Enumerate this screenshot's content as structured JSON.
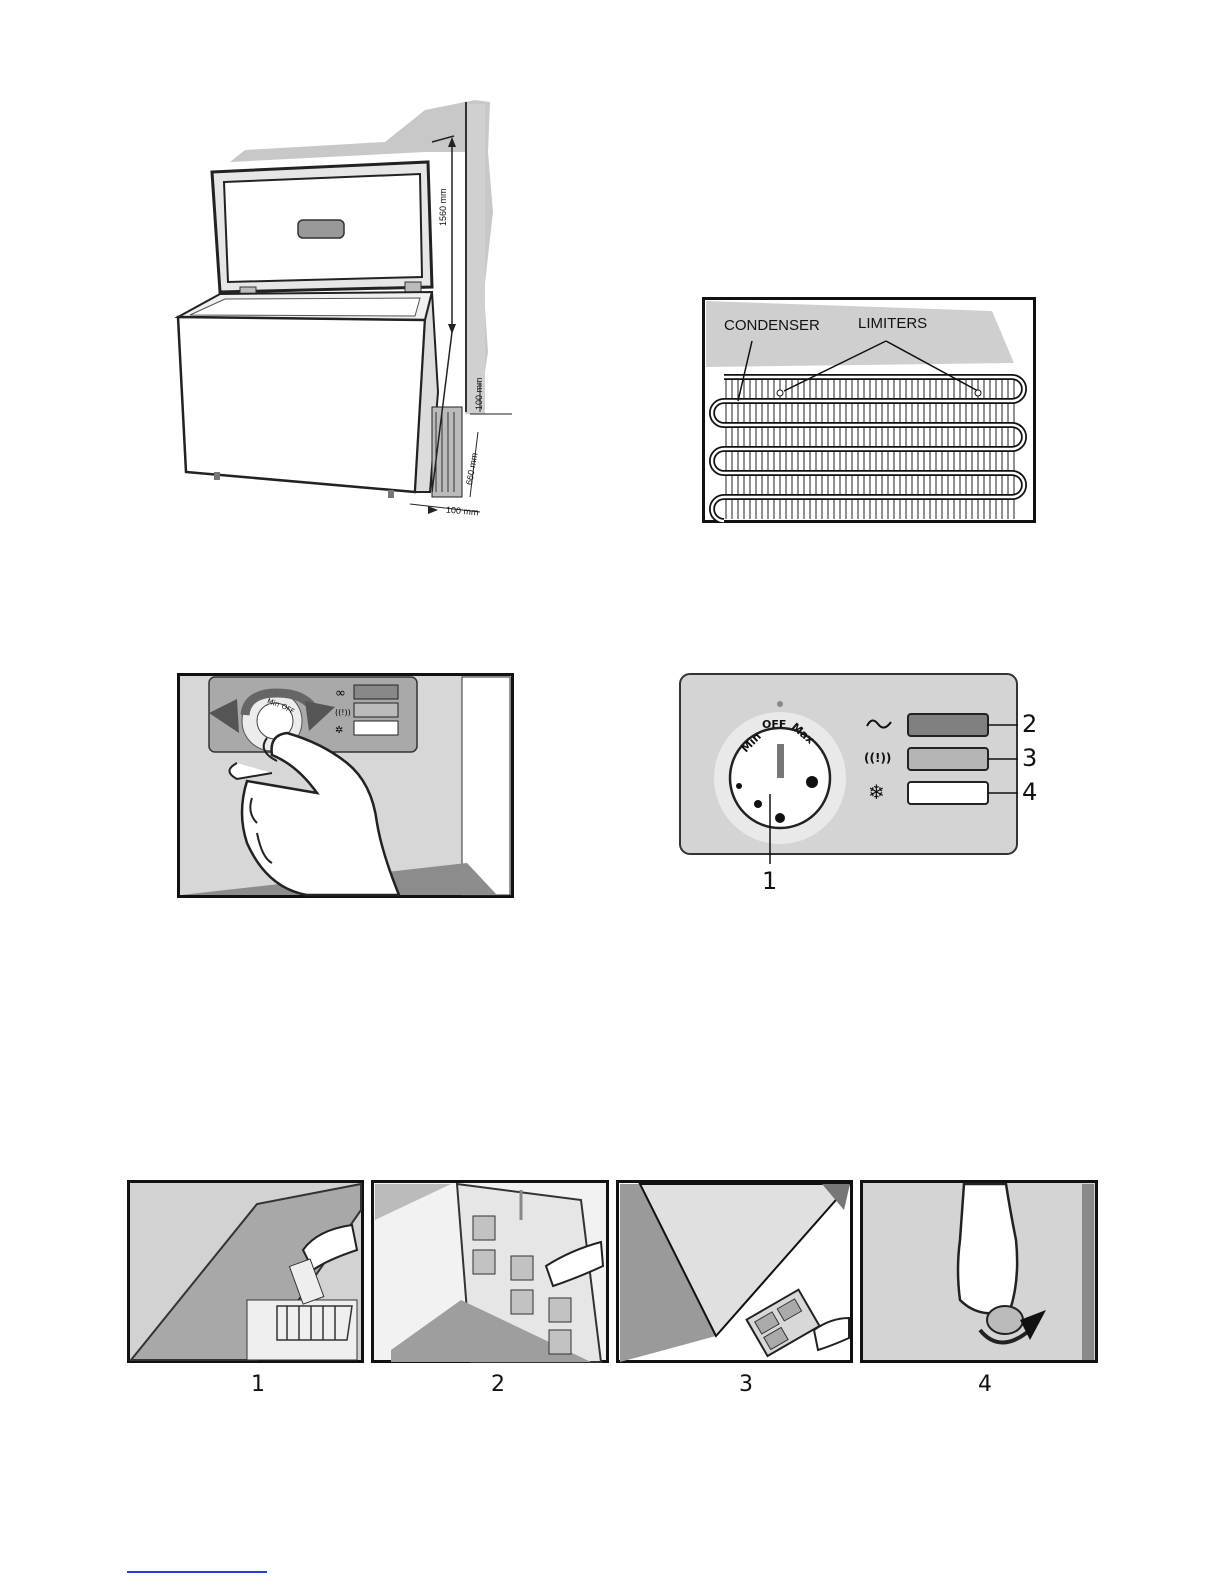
{
  "figure_freezer_clearance": {
    "dim_height": "1560 mm",
    "dim_top_gap": "100 mm",
    "dim_side_height": "660 mm",
    "dim_bottom_gap": "100 mm"
  },
  "figure_condenser": {
    "label_condenser": "CONDENSER",
    "label_limiters": "LIMITERS"
  },
  "figure_hand_dial": {
    "dial_min": "Min",
    "dial_off": "OFF"
  },
  "figure_control_panel": {
    "dial_min": "Min",
    "dial_off": "OFF",
    "dial_max": "Max",
    "callout_1": "1",
    "callout_2": "2",
    "callout_3": "3",
    "callout_4": "4",
    "icon_power": "wave-icon",
    "icon_alarm": "alarm-icon",
    "icon_freeze": "snowflake-icon"
  },
  "steps": {
    "step_1": "1",
    "step_2": "2",
    "step_3": "3",
    "step_4": "4"
  }
}
